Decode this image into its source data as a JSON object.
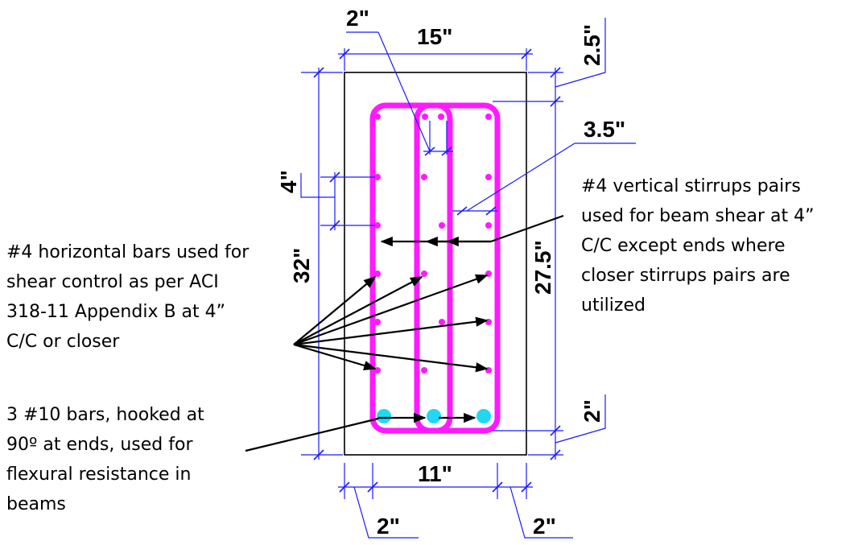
{
  "dimensions": {
    "overall_width": "15\"",
    "overall_height": "32\"",
    "stirrup_clear_width": "11\"",
    "effective_depth": "27.5\"",
    "top_cover": "2.5\"",
    "bottom_cover": "2\"",
    "left_cover": "2\"",
    "right_cover": "2\"",
    "inner_stirrup_gap": "2\"",
    "stirrup_leg_spacing": "3.5\"",
    "horizontal_bar_spacing": "4\""
  },
  "notes": {
    "horizontal_bars": [
      "#4 horizontal bars used for",
      "shear control as per ACI",
      "318-11 Appendix B at 4”",
      "C/C or closer"
    ],
    "vertical_stirrups": [
      "#4 vertical stirrups pairs",
      "used for beam shear at 4”",
      "C/C except ends where",
      "closer stirrups pairs are",
      "utilized"
    ],
    "flexural_bars": [
      "3 #10 bars, hooked at",
      "90º at ends, used for",
      "flexural resistance in",
      "beams"
    ]
  },
  "colors": {
    "stirrup": "#ff1aff",
    "main_bar": "#22d8f0",
    "dimension": "#1a1aff",
    "outline": "#000000"
  }
}
